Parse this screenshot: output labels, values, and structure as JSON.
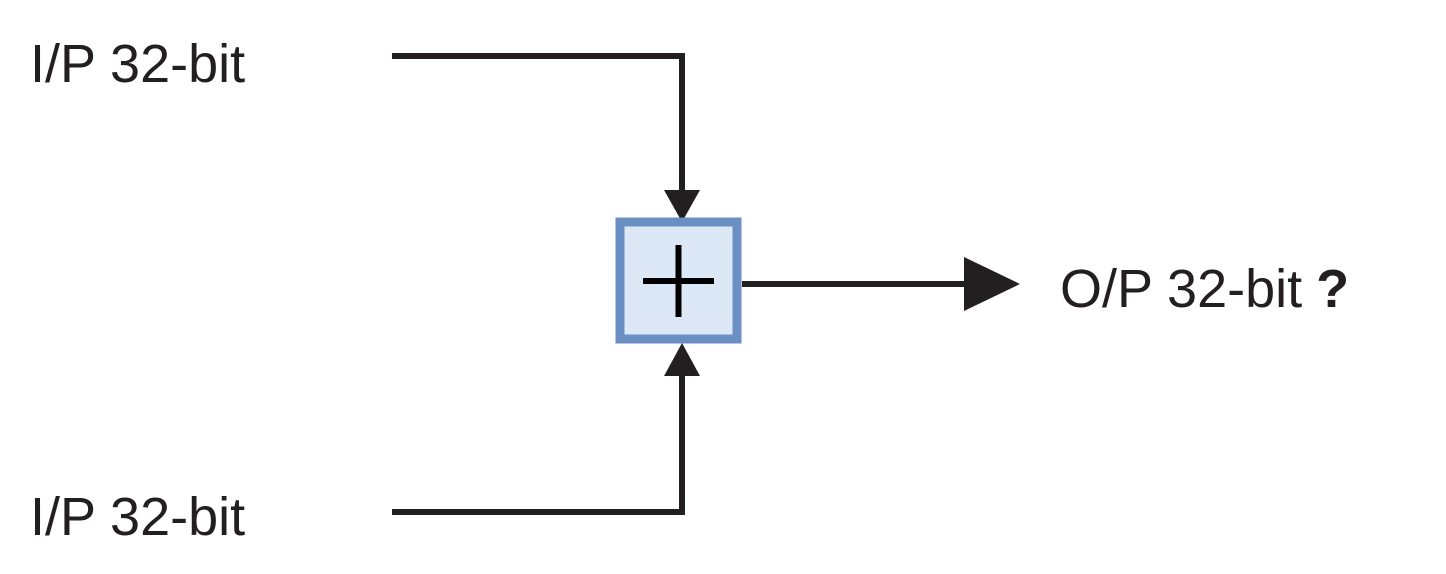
{
  "inputs": [
    {
      "label": "I/P 32-bit"
    },
    {
      "label": "I/P 32-bit"
    }
  ],
  "adder": {
    "symbol": "+",
    "fill_color": "#dce8f5",
    "border_color": "#6b8fc3"
  },
  "output": {
    "label": "O/P 32-bit",
    "suffix": "?"
  },
  "colors": {
    "line": "#231f20",
    "text": "#231f20",
    "background": "#ffffff"
  }
}
